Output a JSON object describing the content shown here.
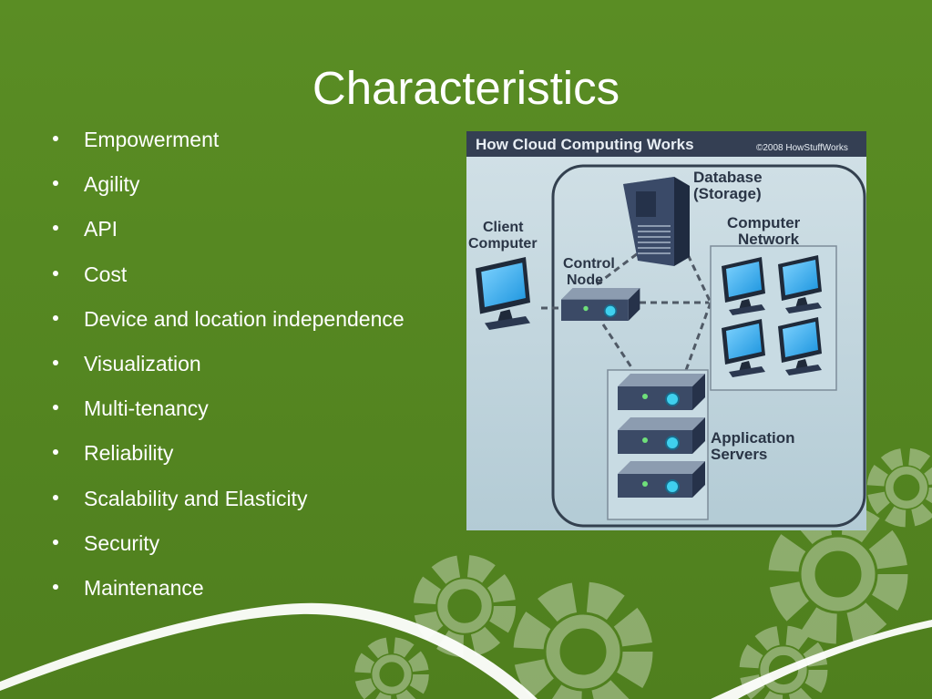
{
  "slide": {
    "title": "Characteristics",
    "bullets": [
      "Empowerment",
      "Agility",
      "API",
      "Cost",
      "Device and location independence",
      "Visualization",
      "Multi-tenancy",
      "Reliability",
      "Scalability and Elasticity",
      "Security",
      "Maintenance"
    ]
  },
  "diagram": {
    "header": "How Cloud Computing Works",
    "copyright": "©2008 HowStuffWorks",
    "labels": {
      "database_line1": "Database",
      "database_line2": "(Storage)",
      "client_line1": "Client",
      "client_line2": "Computer",
      "network_line1": "Computer",
      "network_line2": "Network",
      "control_line1": "Control",
      "control_line2": "Node",
      "app_line1": "Application",
      "app_line2": "Servers"
    },
    "icons": [
      "database-server-icon",
      "client-monitor-icon",
      "control-node-icon",
      "network-monitor-icon",
      "application-server-icon"
    ]
  },
  "colors": {
    "background": "#578a23",
    "diagram_header": "#343f53",
    "diagram_background": "#c3d7df",
    "screen_blue": "#29a7ec"
  }
}
